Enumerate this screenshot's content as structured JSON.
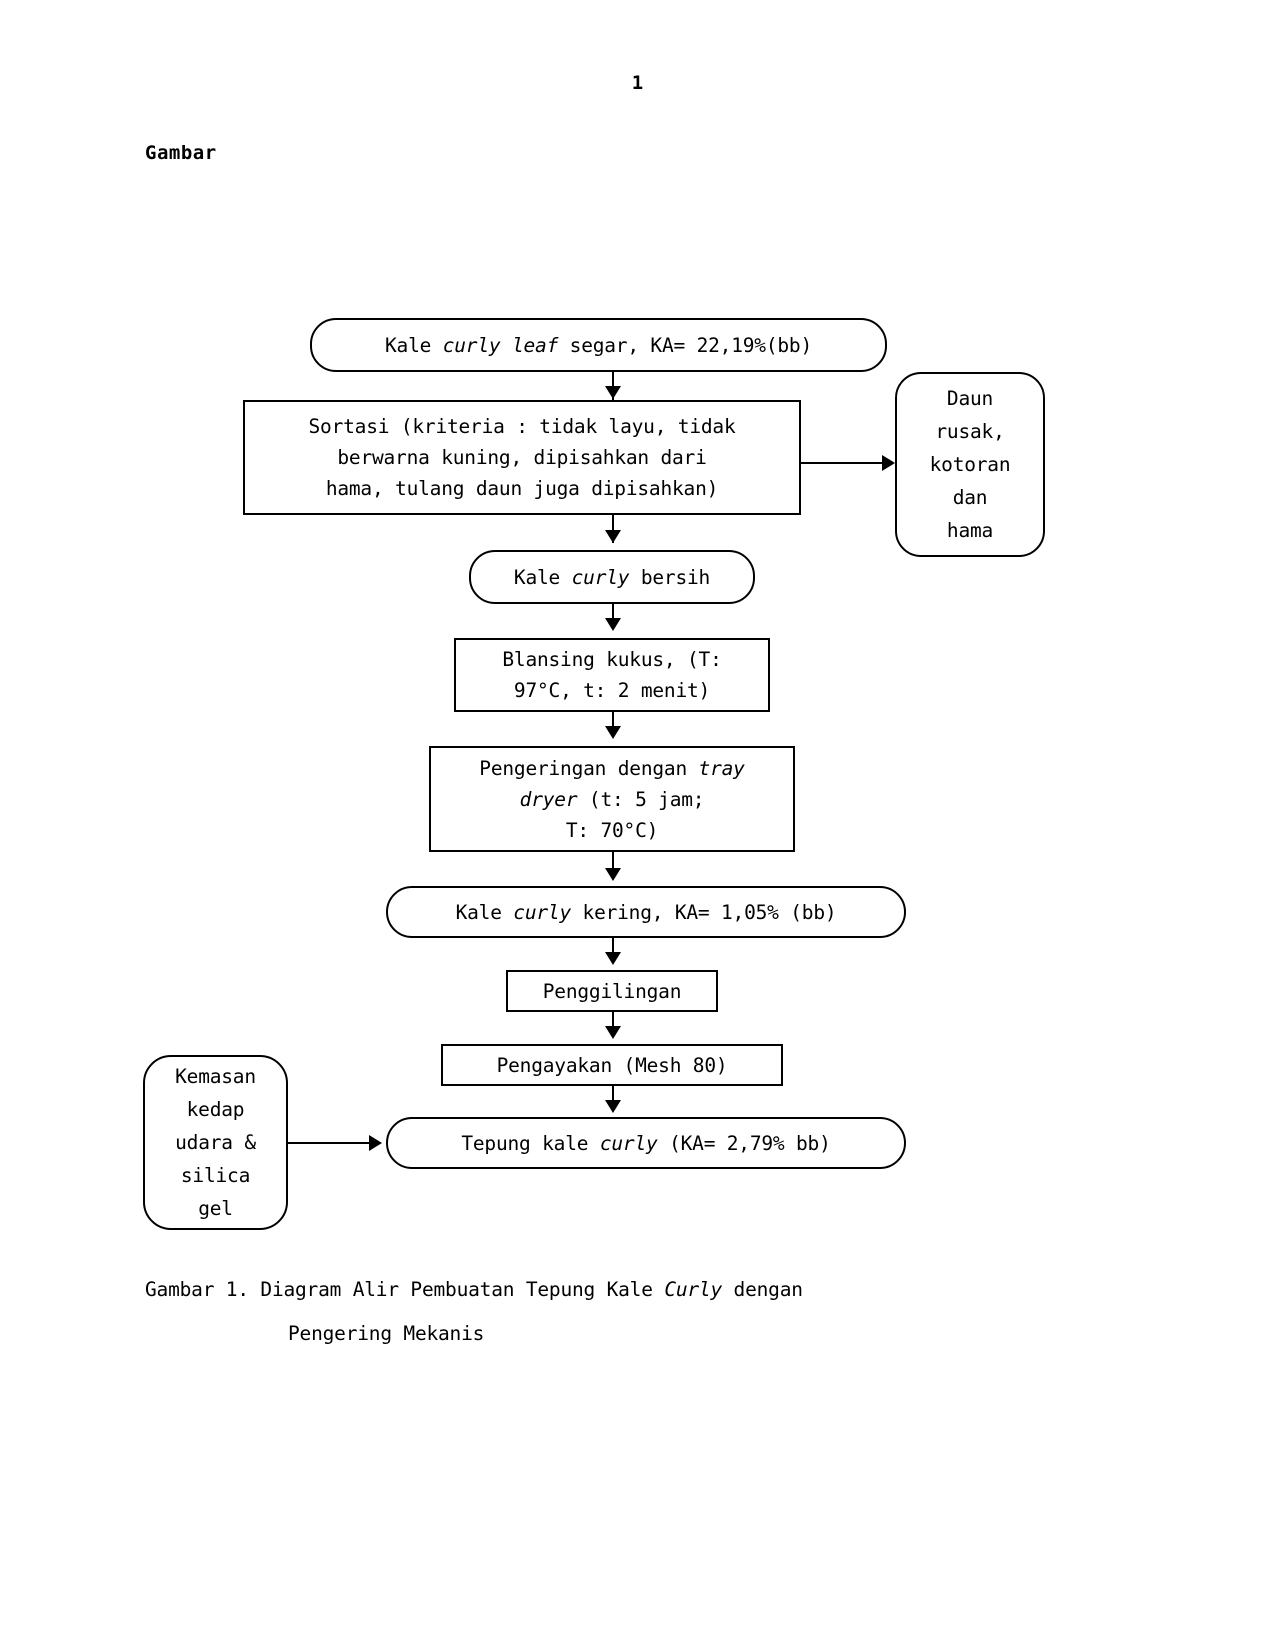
{
  "document": {
    "page_number": "1",
    "section_label": "Gambar"
  },
  "flowchart": {
    "nodes": [
      {
        "id": "fresh-kale",
        "shape": "pill",
        "text_pre": "Kale ",
        "text_em": "curly leaf",
        "text_post": " segar, KA= 22,19%(bb)"
      },
      {
        "id": "sortasi",
        "shape": "rect",
        "lines": [
          "Sortasi (kriteria : tidak layu, tidak",
          "berwarna kuning, dipisahkan dari",
          "hama, tulang daun juga dipisahkan)"
        ]
      },
      {
        "id": "waste",
        "shape": "pill",
        "lines": [
          "Daun",
          "rusak,",
          "kotoran",
          "dan",
          "hama"
        ]
      },
      {
        "id": "clean-kale",
        "shape": "pill",
        "text_pre": "Kale ",
        "text_em": "curly",
        "text_post": " bersih"
      },
      {
        "id": "blansing",
        "shape": "rect",
        "lines": [
          "Blansing kukus, (T:",
          "97°C, t: 2 menit)"
        ]
      },
      {
        "id": "pengeringan",
        "shape": "rect",
        "line1_pre": "Pengeringan dengan ",
        "line1_em": "tray",
        "line2_em": "dryer",
        "line2_post": " (t: 5 jam;",
        "line3": "T: 70°C)"
      },
      {
        "id": "dry-kale",
        "shape": "pill",
        "text_pre": "Kale ",
        "text_em": "curly",
        "text_post": " kering, KA= 1,05% (bb)"
      },
      {
        "id": "penggilingan",
        "shape": "rect",
        "text": "Penggilingan"
      },
      {
        "id": "pengayakan",
        "shape": "rect",
        "text": "Pengayakan (Mesh 80)"
      },
      {
        "id": "packaging",
        "shape": "round",
        "lines": [
          "Kemasan",
          "kedap",
          "udara &",
          "silica",
          "gel"
        ]
      },
      {
        "id": "product",
        "shape": "pill",
        "text_pre": "Tepung kale ",
        "text_em": "curly",
        "text_post": " (KA= 2,79% bb)"
      }
    ]
  },
  "caption": {
    "line1_pre": "Gambar 1. Diagram Alir Pembuatan Tepung Kale ",
    "line1_em": "Curly",
    "line1_post": " dengan",
    "line2": "Pengering Mekanis"
  }
}
